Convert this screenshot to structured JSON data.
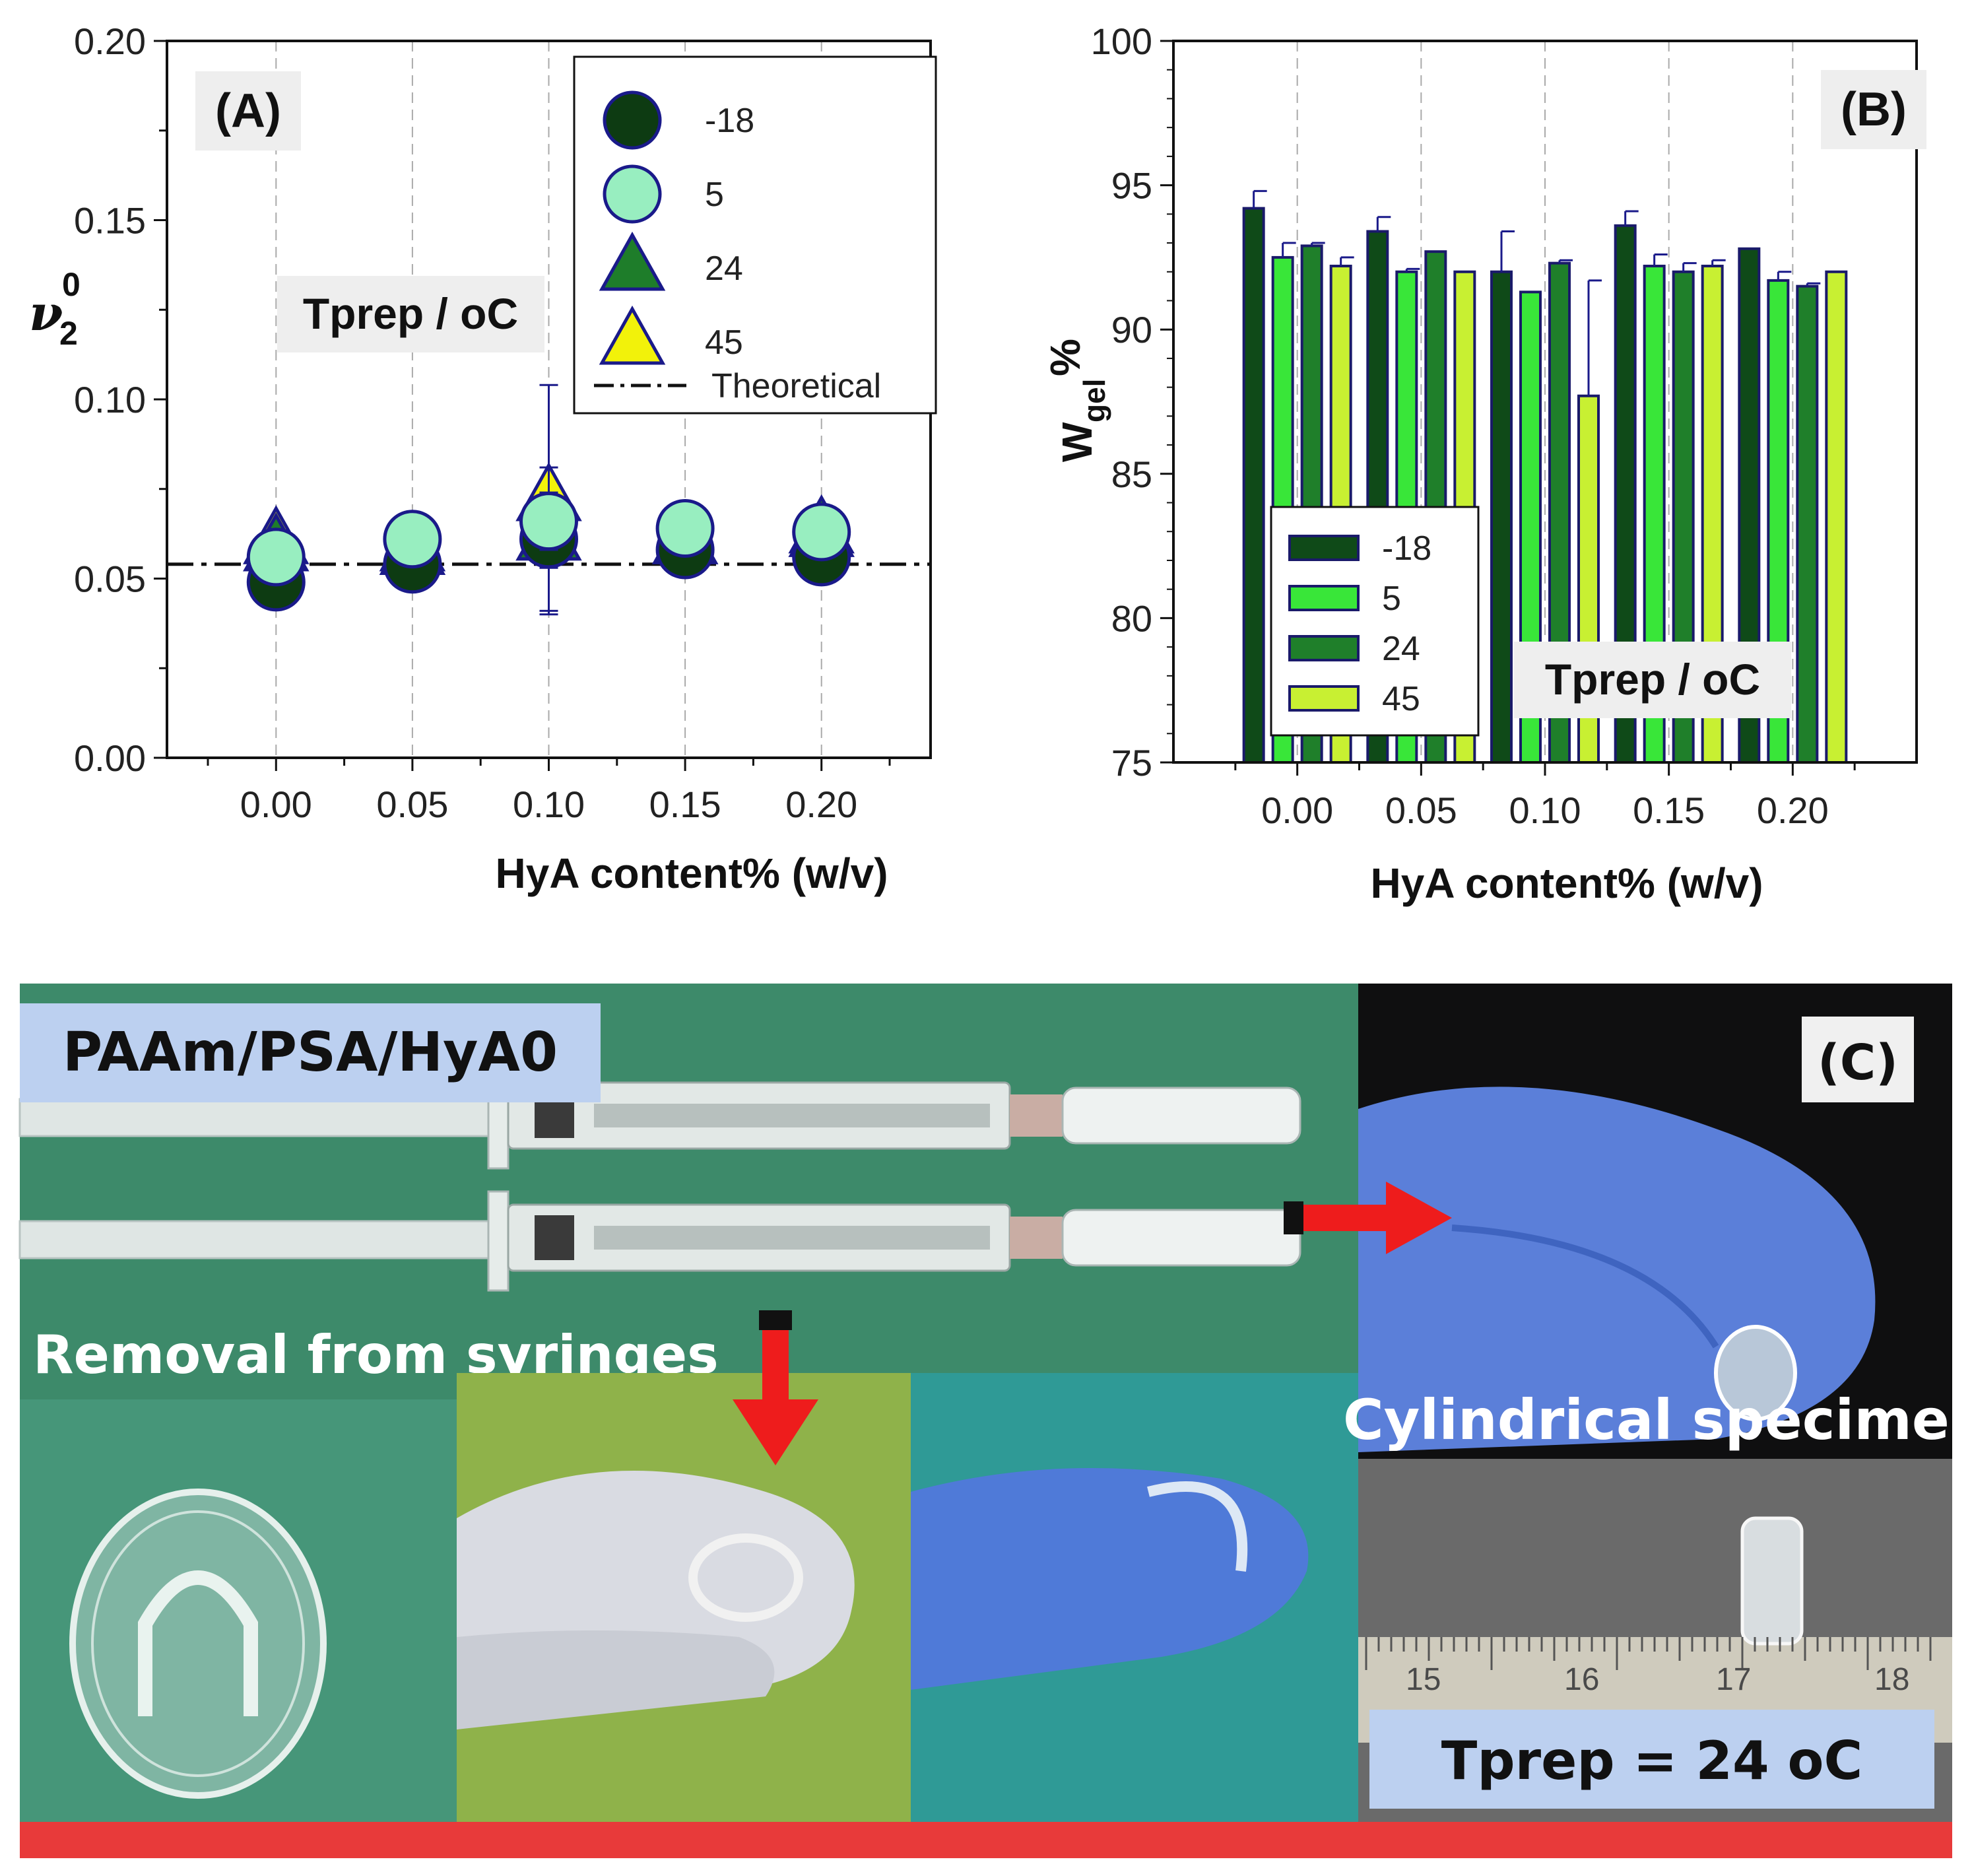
{
  "chart_data": [
    {
      "type": "scatter",
      "panel_label": "(A)",
      "xlabel": "HyA content% (w/v)",
      "ylabel": "ν₂⁰",
      "ylabel_main": "ν",
      "ylabel_sub": "2",
      "ylabel_sup": "0",
      "xlim": [
        -0.04,
        0.24
      ],
      "ylim": [
        0.0,
        0.2
      ],
      "x_ticks": [
        "0.00",
        "0.05",
        "0.10",
        "0.15",
        "0.20"
      ],
      "y_ticks": [
        "0.00",
        "0.05",
        "0.10",
        "0.15",
        "0.20"
      ],
      "grid": "vertical dashed",
      "legend_title": "Tprep / oC",
      "legend_position": "top-right",
      "x": [
        0.0,
        0.05,
        0.1,
        0.15,
        0.2
      ],
      "series": [
        {
          "name": "-18",
          "marker": "circle",
          "color": "#0d3b12",
          "values": [
            0.049,
            0.054,
            0.061,
            0.058,
            0.056
          ],
          "errors": [
            0.004,
            0.004,
            0.02,
            0.003,
            0.003
          ]
        },
        {
          "name": "5",
          "marker": "circle",
          "color": "#98eec0",
          "values": [
            0.056,
            0.061,
            0.066,
            0.064,
            0.063
          ],
          "errors": [
            0.004,
            0.003,
            0.008,
            0.003,
            0.003
          ]
        },
        {
          "name": "24",
          "marker": "triangle",
          "color": "#1e7d2a",
          "values": [
            0.058,
            0.057,
            0.061,
            0.06,
            0.063
          ],
          "errors": [
            0.004,
            0.004,
            0.008,
            0.003,
            0.004
          ]
        },
        {
          "name": "45",
          "marker": "triangle",
          "color": "#f2f20a",
          "values": [
            0.06,
            0.058,
            0.072,
            0.06,
            0.062
          ],
          "errors": [
            0.004,
            0.003,
            0.032,
            0.003,
            0.003
          ]
        }
      ],
      "theoretical": {
        "name": "Theoretical",
        "value": 0.054
      }
    },
    {
      "type": "bar",
      "panel_label": "(B)",
      "xlabel": "HyA content% (w/v)",
      "ylabel": "Wgel%",
      "ylabel_main": "W",
      "ylabel_sub": "gel",
      "ylabel_suffix": "%",
      "ylim": [
        75,
        100
      ],
      "categories": [
        "0.00",
        "0.05",
        "0.10",
        "0.15",
        "0.20"
      ],
      "y_ticks": [
        "75",
        "80",
        "85",
        "90",
        "95",
        "100"
      ],
      "grid": "vertical dashed",
      "legend_title": "Tprep / oC",
      "legend_position": "lower-left",
      "series": [
        {
          "name": "-18",
          "color": "#0f4a18",
          "values": [
            94.2,
            93.4,
            92.0,
            93.6,
            92.8
          ],
          "errors": [
            0.6,
            0.5,
            1.4,
            0.5,
            0.0
          ]
        },
        {
          "name": "5",
          "color": "#39e639",
          "values": [
            92.5,
            92.0,
            91.3,
            92.2,
            91.7
          ],
          "errors": [
            0.5,
            0.1,
            0.0,
            0.4,
            0.3
          ]
        },
        {
          "name": "24",
          "color": "#1f7f2a",
          "values": [
            92.9,
            92.7,
            92.3,
            92.0,
            91.5
          ],
          "errors": [
            0.1,
            0.0,
            0.1,
            0.3,
            0.1
          ]
        },
        {
          "name": "45",
          "color": "#c8f032",
          "values": [
            92.2,
            92.0,
            87.7,
            92.2,
            92.0
          ],
          "errors": [
            0.3,
            0.0,
            4.0,
            0.2,
            0.0
          ]
        }
      ]
    }
  ],
  "photo_panel": {
    "panel_label": "(C)",
    "labels": {
      "material": "PAAm/PSA/HyA0",
      "removal": "Removal from syringes",
      "cylinder": "Cylindrical specimen",
      "tprep": "Tprep = 24 oC"
    },
    "ruler_numbers": [
      "15",
      "16",
      "17",
      "18"
    ],
    "colors": {
      "background": "#3d8a6a",
      "gloves": "#5b7fd9",
      "arrow": "#ee1c1c",
      "label_box": "#bcd0f0",
      "bottom_strip": "#e83a3a"
    }
  }
}
